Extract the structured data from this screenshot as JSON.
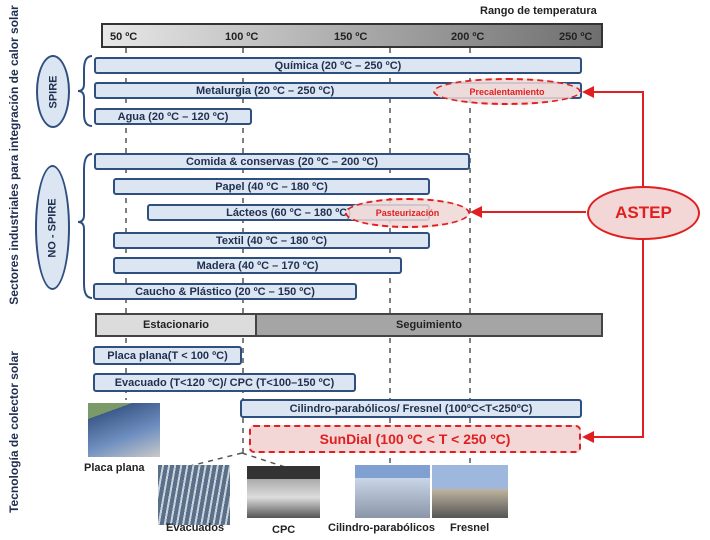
{
  "header": {
    "range_title": "Rango de temperatura",
    "ticks": [
      "50 ºC",
      "100 ºC",
      "150 ºC",
      "200 ºC",
      "250 ºC"
    ]
  },
  "axis_labels": {
    "sectors": "Sectores industriales para integración de calor solar",
    "technology": "Tecnología de colector solar"
  },
  "groups": {
    "spire": "SPIRE",
    "no_spire": "NO - SPIRE"
  },
  "spire_bars": [
    "Química (20 ºC – 250 ºC)",
    "Metalurgia (20 ºC – 250 ºC)",
    "Agua (20 ºC – 120 ºC)"
  ],
  "nospire_bars": [
    "Comida & conservas (20 ºC – 200 ºC)",
    "Papel (40 ºC – 180 ºC)",
    "Lácteos (60 ºC – 180 ºC)",
    "Textil (40 ºC – 180 ºC)",
    "Madera (40 ºC – 170 ºC)",
    "Caucho & Plástico (20 ºC – 150 ºC)"
  ],
  "highlights": {
    "precalentamiento": "Precalentamiento",
    "pasteurizacion": "Pasteurización",
    "astep": "ASTEP"
  },
  "modes": {
    "stationary": "Estacionario",
    "tracking": "Seguimiento"
  },
  "collectors": [
    "Placa plana(T < 100 ºC)",
    "Evacuado (T<120 ºC)/ CPC (T<100–150 ºC)",
    "Cilindro-parabólicos/ Fresnel (100ºC<T<250ºC)"
  ],
  "sundial": "SunDial (100 ºC < T < 250 ºC)",
  "photos": [
    "Placa plana",
    "Evacuados",
    "CPC",
    "Cilindro-parabólicos",
    "Fresnel"
  ],
  "colors": {
    "accent": "#e02020",
    "bar_fill": "#dce6f2",
    "bar_border": "#2f4f7f"
  }
}
